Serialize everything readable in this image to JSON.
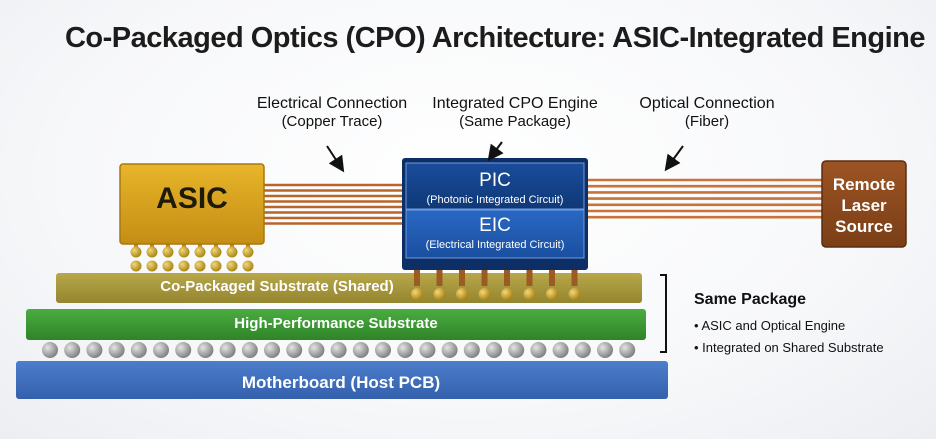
{
  "title": "Co-Packaged Optics (CPO) Architecture: ASIC-Integrated Engine",
  "callouts": {
    "electrical": {
      "label": "Electrical Connection",
      "sub": "(Copper Trace)"
    },
    "engine": {
      "label": "Integrated CPO Engine",
      "sub": "(Same Package)"
    },
    "optical": {
      "label": "Optical Connection",
      "sub": "(Fiber)"
    }
  },
  "components": {
    "asic": "ASIC",
    "pic": {
      "label": "PIC",
      "sub": "(Photonic Integrated Circuit)"
    },
    "eic": {
      "label": "EIC",
      "sub": "(Electrical Integrated Circuit)"
    },
    "laser": [
      "Remote",
      "Laser",
      "Source"
    ]
  },
  "layers": {
    "co_packaged_substrate": "Co-Packaged Substrate (Shared)",
    "high_performance_substrate": "High-Performance Substrate",
    "motherboard": "Motherboard (Host PCB)"
  },
  "same_package": {
    "title": "Same Package",
    "items": [
      "• ASIC and Optical Engine",
      "• Integrated on Shared Substrate"
    ]
  },
  "colors": {
    "asic": "#d9a21a",
    "pic": "#123f86",
    "eic": "#1e59b0",
    "engine_frame": "#0d2f66",
    "laser": "#8c4a1c",
    "copper": "#b8652c",
    "co_packaged_substrate": "#a49536",
    "high_performance_substrate": "#3e9a35",
    "motherboard": "#3e6fbd",
    "solder_ball": "#c79a22",
    "bga_ball": "#9a9a9a"
  },
  "icons": [
    "arrow-icon",
    "bracket-icon"
  ]
}
